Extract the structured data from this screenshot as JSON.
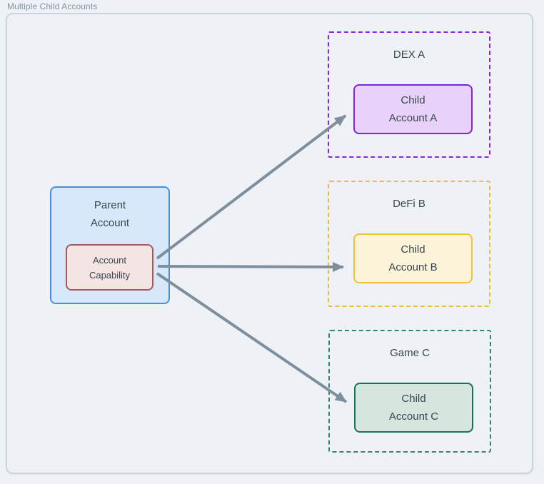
{
  "page": {
    "title": "Multiple Child Accounts",
    "colors": {
      "background": "#eef1f6",
      "container_border": "#cbd4dd",
      "title_text": "#8593a2",
      "node_text": "#3a4550",
      "arrow": "#7f8e9c"
    }
  },
  "diagram": {
    "parent": {
      "label": [
        "Parent",
        "Account"
      ],
      "fill": "#d6e8fa",
      "border": "#4a90d8",
      "capability": {
        "label": [
          "Account",
          "Capability"
        ],
        "fill": "#f4e4e4",
        "border": "#a65a58"
      }
    },
    "groups": [
      {
        "label": "DEX A",
        "border": "#8f24d8",
        "child": {
          "label": [
            "Child",
            "Account A"
          ],
          "fill": "#e8d2f9",
          "border": "#8a1fd4"
        }
      },
      {
        "label": "DeFi B",
        "border": "#eebc3c",
        "child": {
          "label": [
            "Child",
            "Account B"
          ],
          "fill": "#fcf3d9",
          "border": "#efc237"
        }
      },
      {
        "label": "Game C",
        "border": "#2f8a6d",
        "child": {
          "label": [
            "Child",
            "Account C"
          ],
          "fill": "#d6e5de",
          "border": "#15735c"
        }
      }
    ]
  }
}
